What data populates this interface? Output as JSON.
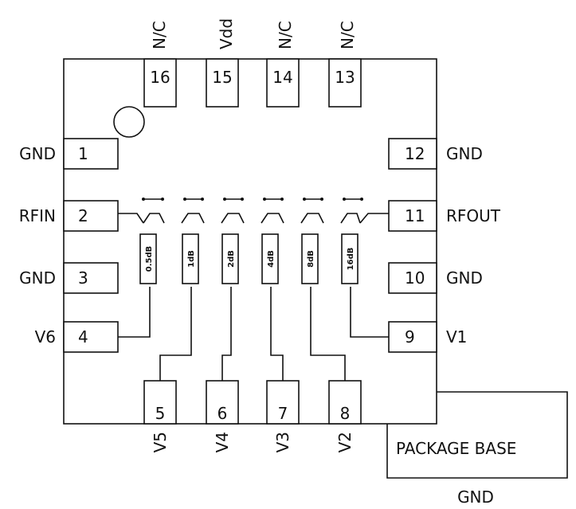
{
  "pins": {
    "p1": {
      "number": "1",
      "signal": "GND"
    },
    "p2": {
      "number": "2",
      "signal": "RFIN"
    },
    "p3": {
      "number": "3",
      "signal": "GND"
    },
    "p4": {
      "number": "4",
      "signal": "V6"
    },
    "p5": {
      "number": "5",
      "signal": "V5"
    },
    "p6": {
      "number": "6",
      "signal": "V4"
    },
    "p7": {
      "number": "7",
      "signal": "V3"
    },
    "p8": {
      "number": "8",
      "signal": "V2"
    },
    "p9": {
      "number": "9",
      "signal": "V1"
    },
    "p10": {
      "number": "10",
      "signal": "GND"
    },
    "p11": {
      "number": "11",
      "signal": "RFOUT"
    },
    "p12": {
      "number": "12",
      "signal": "GND"
    },
    "p13": {
      "number": "13",
      "signal": "N/C"
    },
    "p14": {
      "number": "14",
      "signal": "N/C"
    },
    "p15": {
      "number": "15",
      "signal": "Vdd"
    },
    "p16": {
      "number": "16",
      "signal": "N/C"
    }
  },
  "attenuators": {
    "a1": "0.5dB",
    "a2": "1dB",
    "a3": "2dB",
    "a4": "4dB",
    "a5": "8dB",
    "a6": "16dB"
  },
  "package_base": {
    "label": "PACKAGE BASE",
    "signal": "GND"
  }
}
